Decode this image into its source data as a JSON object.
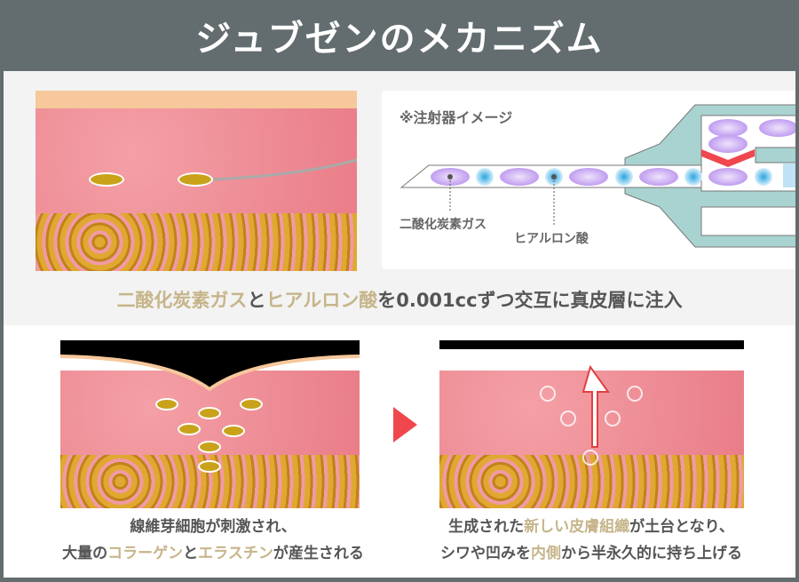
{
  "header": {
    "title": "ジュブゼンのメカニズム"
  },
  "syringe": {
    "title": "※注射器イメージ",
    "label_gas": "二酸化炭素ガス",
    "label_ha": "ヒアルロン酸"
  },
  "description": {
    "part1": "二酸化炭素ガス",
    "part2": "と",
    "part3": "ヒアルロン酸",
    "part4": "を0.001ccずつ交互に真皮層に注入"
  },
  "left_caption": {
    "line1": "線維芽細胞が刺激され、",
    "l2a": "大量の",
    "l2b": "コラーゲン",
    "l2c": "と",
    "l2d": "エラスチン",
    "l2e": "が産生される"
  },
  "right_caption": {
    "l1a": "生成された",
    "l1b": "新しい皮膚組織",
    "l1c": "が土台となり、",
    "l2a": "シワや凹みを",
    "l2b": "内側",
    "l2c": "から半永久的に持ち上げる"
  },
  "colors": {
    "header": "#636c6e",
    "accent": "#c6b58a",
    "arrow": "#f0474f",
    "teal": "#a9d3d1",
    "purple": "#c9a6f0",
    "blue": "#42b4e6"
  }
}
